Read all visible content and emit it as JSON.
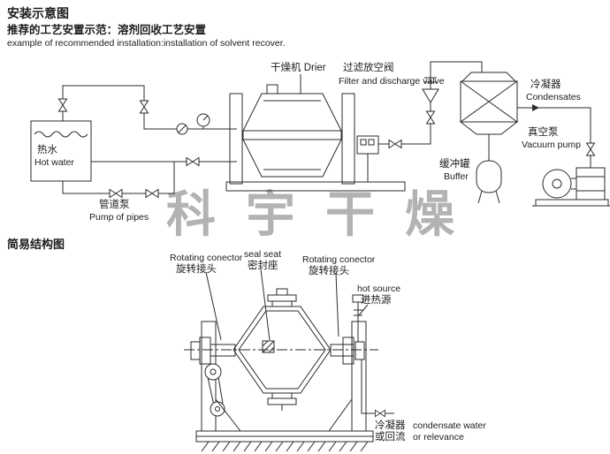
{
  "header": {
    "title": "安装示意图",
    "subtitle_cn": "推荐的工艺安置示范：溶剂回收工艺安置",
    "subtitle_en": "example of recommended installation:installation of solvent recover."
  },
  "install": {
    "drier": "干燥机 Drier",
    "filter_cn": "过滤放空阀",
    "filter_en": "Filter and discharge valve",
    "condenser_cn": "冷凝器",
    "condenser_en": "Condensates",
    "vacuum_cn": "真空泵",
    "vacuum_en": "Vacuum pump",
    "buffer_cn": "缓冲罐",
    "buffer_en": "Buffer",
    "hot_water_cn": "热水",
    "hot_water_en": "Hot water",
    "pipe_pump_cn": "管道泵",
    "pipe_pump_en": "Pump of pipes"
  },
  "watermark": "科宇干燥",
  "structure": {
    "title": "简易结构图",
    "rot_left_en": "Rotating conector",
    "rot_left_cn": "旋转接头",
    "seal_en": "seal seat",
    "seal_cn": "密封座",
    "rot_right_en": "Rotating conector",
    "rot_right_cn": "旋转接头",
    "hot_en": "hot source",
    "hot_cn": "进热源",
    "cond_cn1": "冷凝器",
    "cond_cn2": "或回流",
    "cond_en1": "condensate water",
    "cond_en2": "or relevance"
  },
  "colors": {
    "line": "#2b2b2b",
    "watermark": "#a0a0a0"
  }
}
